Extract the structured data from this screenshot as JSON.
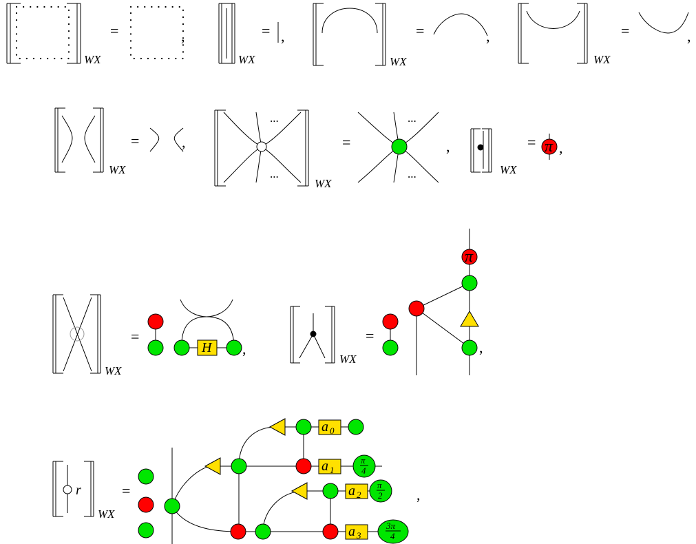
{
  "labels": {
    "semantics_subscript": "WX",
    "equals": "=",
    "comma": ",",
    "ellipsis": "...",
    "pi": "π",
    "hadamard": "H",
    "r": "r",
    "a0": "a",
    "a0_sub": "0",
    "a1": "a",
    "a1_sub": "1",
    "a2": "a",
    "a2_sub": "2",
    "a3": "a",
    "a3_sub": "3",
    "pi_over_4_num": "π",
    "pi_over_4_den": "4",
    "pi_over_2_num": "π",
    "pi_over_2_den": "2",
    "three_pi_over_4_num": "3π",
    "three_pi_over_4_den": "4"
  },
  "colors": {
    "green_spider": "#00e600",
    "red_spider": "#ff0000",
    "yellow_box": "#ffe000",
    "white_node": "#ffffff",
    "black_node": "#000000"
  }
}
